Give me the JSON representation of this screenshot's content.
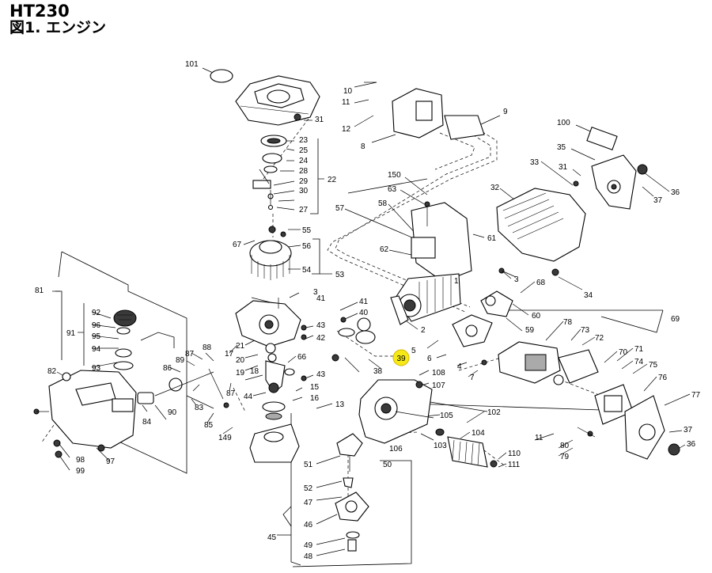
{
  "header": {
    "model": "HT230",
    "figure": "図1. エンジン"
  },
  "highlight": {
    "label": "39",
    "color": "#f5ea18"
  },
  "labels": [
    "101",
    "10",
    "11",
    "12",
    "8",
    "9",
    "31",
    "23",
    "25",
    "24",
    "28",
    "29",
    "30",
    "27",
    "22",
    "100",
    "35",
    "33",
    "31b",
    "36",
    "37",
    "32",
    "150",
    "63",
    "57",
    "58",
    "61",
    "62",
    "55",
    "56",
    "54",
    "53",
    "67",
    "1",
    "3",
    "68",
    "60",
    "34",
    "59",
    "69",
    "78",
    "73",
    "72",
    "70",
    "71",
    "74",
    "75",
    "76",
    "77",
    "81",
    "92",
    "96",
    "95",
    "94",
    "91",
    "93",
    "82",
    "86",
    "89",
    "87",
    "88",
    "83",
    "84",
    "90",
    "85",
    "149",
    "87b",
    "21",
    "20",
    "19",
    "18",
    "17",
    "66",
    "44",
    "43",
    "42",
    "41",
    "40",
    "2",
    "38",
    "5",
    "6",
    "4",
    "7",
    "108",
    "107",
    "15",
    "16",
    "13",
    "105",
    "102",
    "104",
    "103",
    "106",
    "110",
    "111",
    "11b",
    "80",
    "79",
    "37b",
    "36b",
    "51",
    "52",
    "47",
    "46",
    "49",
    "48",
    "45",
    "50",
    "97",
    "98",
    "99",
    "3b",
    "41b",
    "43b"
  ],
  "label_text": {
    "101": "101",
    "10": "10",
    "11": "11",
    "12": "12",
    "8": "8",
    "9": "9",
    "31": "31",
    "23": "23",
    "25": "25",
    "24": "24",
    "28": "28",
    "29": "29",
    "30": "30",
    "27": "27",
    "22": "22",
    "100": "100",
    "35": "35",
    "33": "33",
    "31b": "31",
    "36": "36",
    "37": "37",
    "32": "32",
    "150": "150",
    "63": "63",
    "57": "57",
    "58": "58",
    "61": "61",
    "62": "62",
    "55": "55",
    "56": "56",
    "54": "54",
    "53": "53",
    "67": "67",
    "1": "1",
    "3": "3",
    "68": "68",
    "60": "60",
    "34": "34",
    "59": "59",
    "69": "69",
    "78": "78",
    "73": "73",
    "72": "72",
    "70": "70",
    "71": "71",
    "74": "74",
    "75": "75",
    "76": "76",
    "77": "77",
    "81": "81",
    "92": "92",
    "96": "96",
    "95": "95",
    "94": "94",
    "91": "91",
    "93": "93",
    "82": "82",
    "86": "86",
    "89": "89",
    "87": "87",
    "88": "88",
    "83": "83",
    "84": "84",
    "90": "90",
    "85": "85",
    "149": "149",
    "87b": "87",
    "21": "21",
    "20": "20",
    "19": "19",
    "18": "18",
    "17": "17",
    "66": "66",
    "44": "44",
    "43": "43",
    "42": "42",
    "41": "41",
    "40": "40",
    "2": "2",
    "38": "38",
    "5": "5",
    "6": "6",
    "4": "4",
    "7": "7",
    "108": "108",
    "107": "107",
    "15": "15",
    "16": "16",
    "13": "13",
    "105": "105",
    "102": "102",
    "104": "104",
    "103": "103",
    "106": "106",
    "110": "110",
    "111": "111",
    "11b": "11",
    "80": "80",
    "79": "79",
    "37b": "37",
    "36b": "36",
    "51": "51",
    "52": "52",
    "47": "47",
    "46": "46",
    "49": "49",
    "48": "48",
    "45": "45",
    "50": "50",
    "97": "97",
    "98": "98",
    "99": "99",
    "3b": "3",
    "41b": "41",
    "43b": "43"
  }
}
